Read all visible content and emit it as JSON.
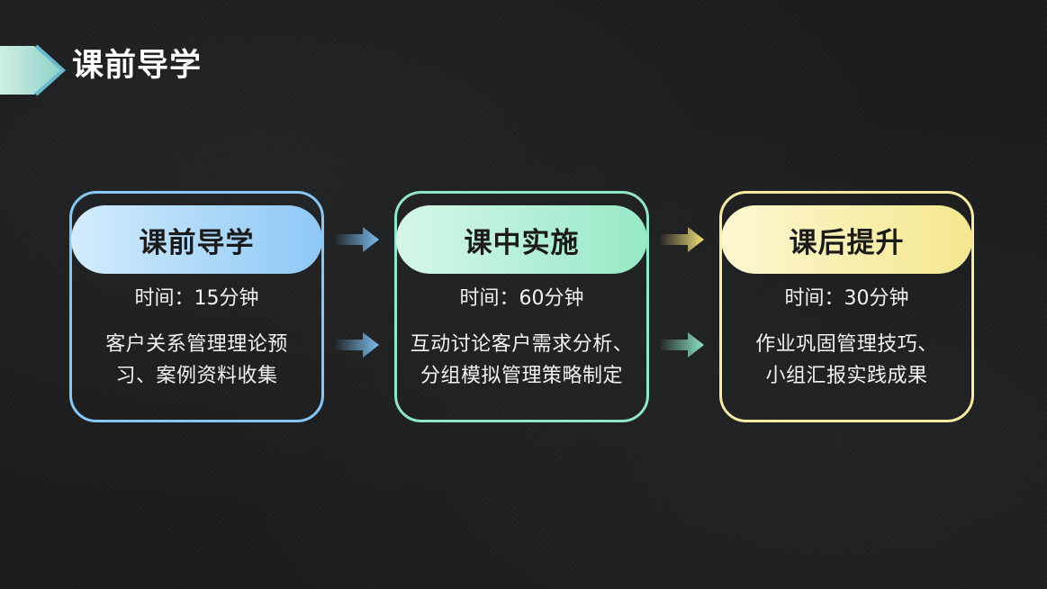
{
  "header": {
    "title": "课前导学",
    "accent_color": "#a9ddd0"
  },
  "stages": [
    {
      "title": "课前导学",
      "duration": "时间：15分钟",
      "description_lines": [
        "客户关系管理理论预",
        "习、案例资料收集"
      ],
      "color": "#86c7f5"
    },
    {
      "title": "课中实施",
      "duration": "时间：60分钟",
      "description_lines": [
        "互动讨论客户需求分析、",
        "分组模拟管理策略制定"
      ],
      "color": "#8fe7c4"
    },
    {
      "title": "课后提升",
      "duration": "时间：30分钟",
      "description_lines": [
        "作业巩固管理技巧、",
        "小组汇报实践成果"
      ],
      "color": "#f6eba0"
    }
  ],
  "connectors": {
    "icon": "right-arrow-icon",
    "colors": [
      "#7cbef0",
      "#f2df7a",
      "#7cbef0",
      "#8fe7c4"
    ]
  }
}
